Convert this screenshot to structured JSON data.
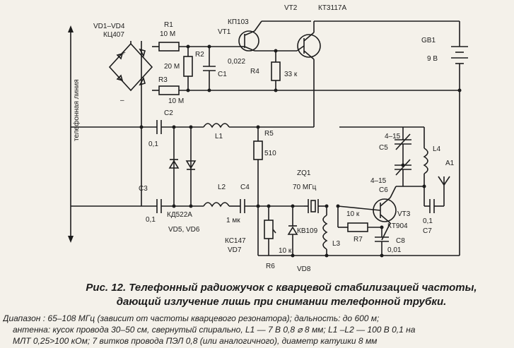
{
  "labels": {
    "line": "телефонная линия",
    "vd1_vd4": "VD1–VD4",
    "kc407": "КЦ407",
    "r1": "R1",
    "r1_val": "10 М",
    "r2": "R2",
    "r2_val": "20 М",
    "r3": "R3",
    "r3_val": "10 М",
    "vt1": "VT1",
    "vt1_type": "КП103",
    "vt2": "VT2",
    "vt2_type": "КТ3117А",
    "c1": "C1",
    "c1_val": "0,022",
    "r4": "R4",
    "r4_val": "33 к",
    "gb1": "GB1",
    "gb1_val": "9 В",
    "c2": "C2",
    "c2_val": "0,1",
    "l1": "L1",
    "r5": "R5",
    "r5_val": "510",
    "c5": "C5",
    "c5_val": "4–15",
    "c6": "C6",
    "c6_val": "4–15",
    "l4": "L4",
    "a1": "A1",
    "zq1": "ZQ1",
    "zq1_val": "70 МГц",
    "c3": "C3",
    "c3_val": "0,1",
    "l2": "L2",
    "c4": "C4",
    "c4_val": "1 мк",
    "kd522a": "КД522А",
    "vd5_vd6": "VD5, VD6",
    "kc147": "КС147",
    "vd7": "VD7",
    "kv109": "КВ109",
    "vd8": "VD8",
    "r6": "R6",
    "r6_val": "10 к",
    "r7": "R7",
    "r7_val": "10 к",
    "l3": "L3",
    "vt3": "VT3",
    "vt3_type": "КТ904",
    "c7": "C7",
    "c7_val": "0,1",
    "c8": "C8",
    "c8_val": "0,01",
    "plus": "+",
    "minus": "–"
  },
  "caption": {
    "prefix": "Рис. 12.",
    "line1": "Телефонный радиожучок с кварцевой стабилизацией частоты,",
    "line2": "дающий излучение лишь при снимании телефонной трубки."
  },
  "specs": {
    "line1": "Диапазон : 65–108 МГц (зависит от частоты кварцевого резонатора); дальность: до 600 м;",
    "line2": "антенна: кусок провода 30–50 см, свернутый спирально,  L1 — 7 В  0,8 ⌀ 8 мм; L1 –L2 — 100 В  0,1 на",
    "line3": "МЛТ 0,25>100 кОм; 7 витков провода ПЭЛ 0,8 (или аналогичного), диаметр катушки 8 мм"
  }
}
